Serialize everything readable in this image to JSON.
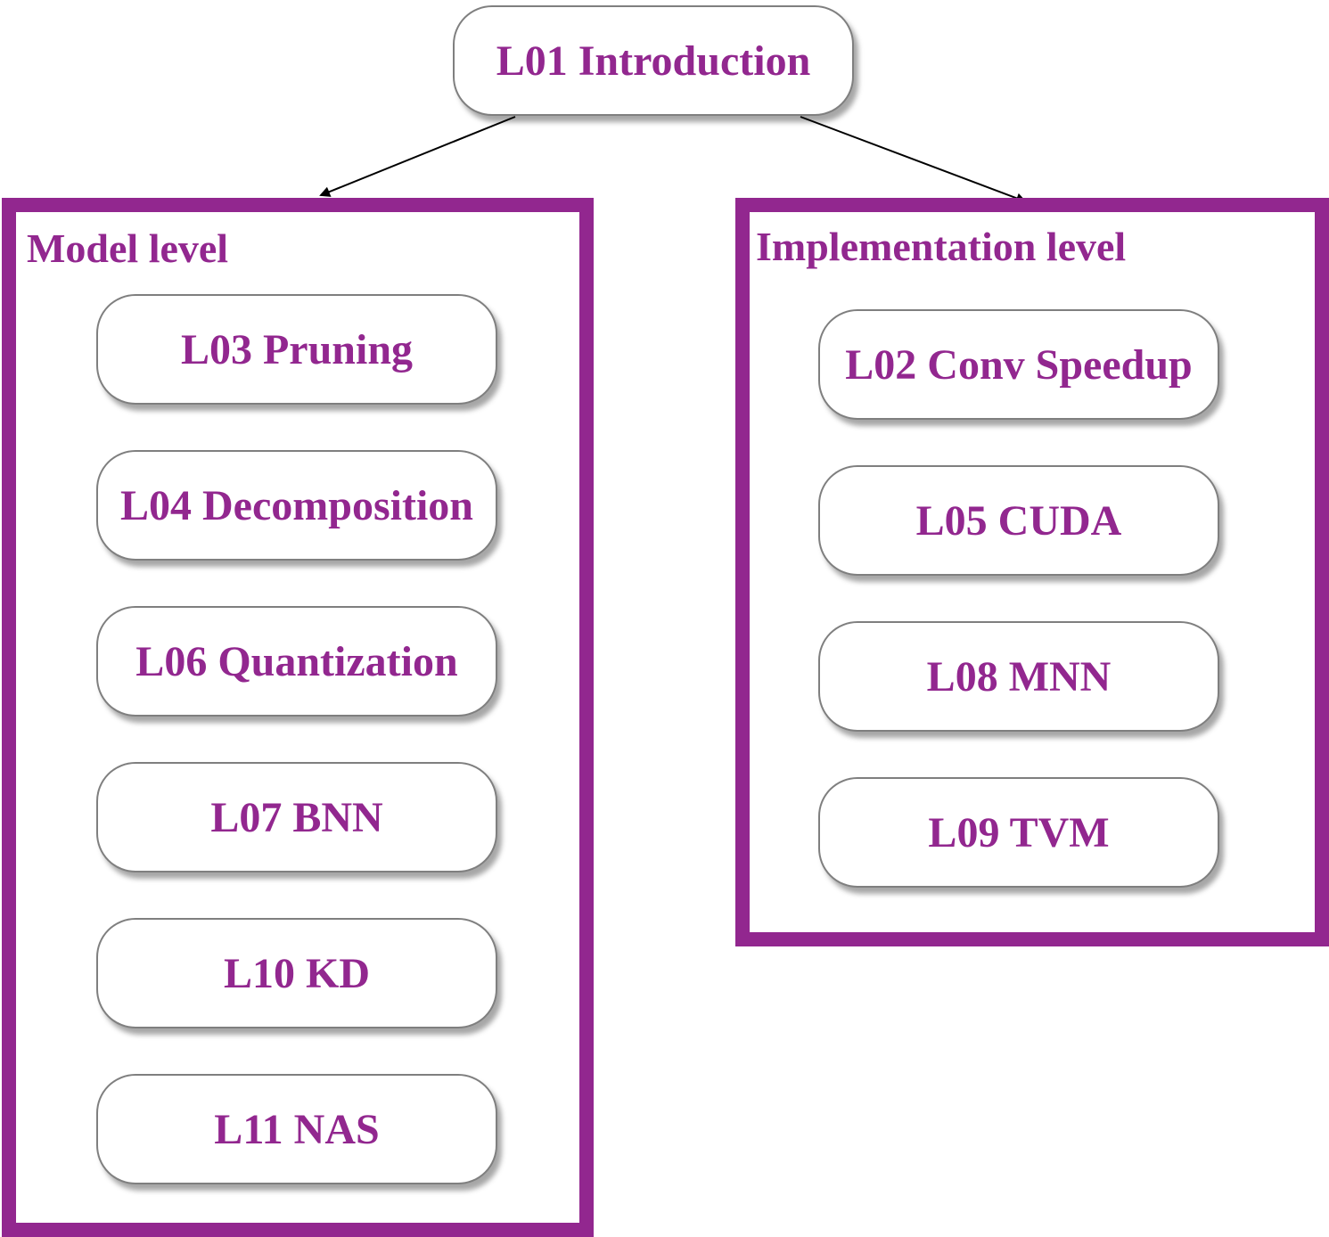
{
  "colors": {
    "accent": "#92278f",
    "node_border": "#7f7f7f",
    "arrow": "#000000"
  },
  "root": {
    "label": "L01 Introduction"
  },
  "groups": [
    {
      "title": "Model level",
      "items": [
        "L03 Pruning",
        "L04 Decomposition",
        "L06 Quantization",
        "L07 BNN",
        "L10 KD",
        "L11 NAS"
      ]
    },
    {
      "title": "Implementation level",
      "items": [
        "L02 Conv Speedup",
        "L05 CUDA",
        "L08 MNN",
        "L09 TVM"
      ]
    }
  ]
}
